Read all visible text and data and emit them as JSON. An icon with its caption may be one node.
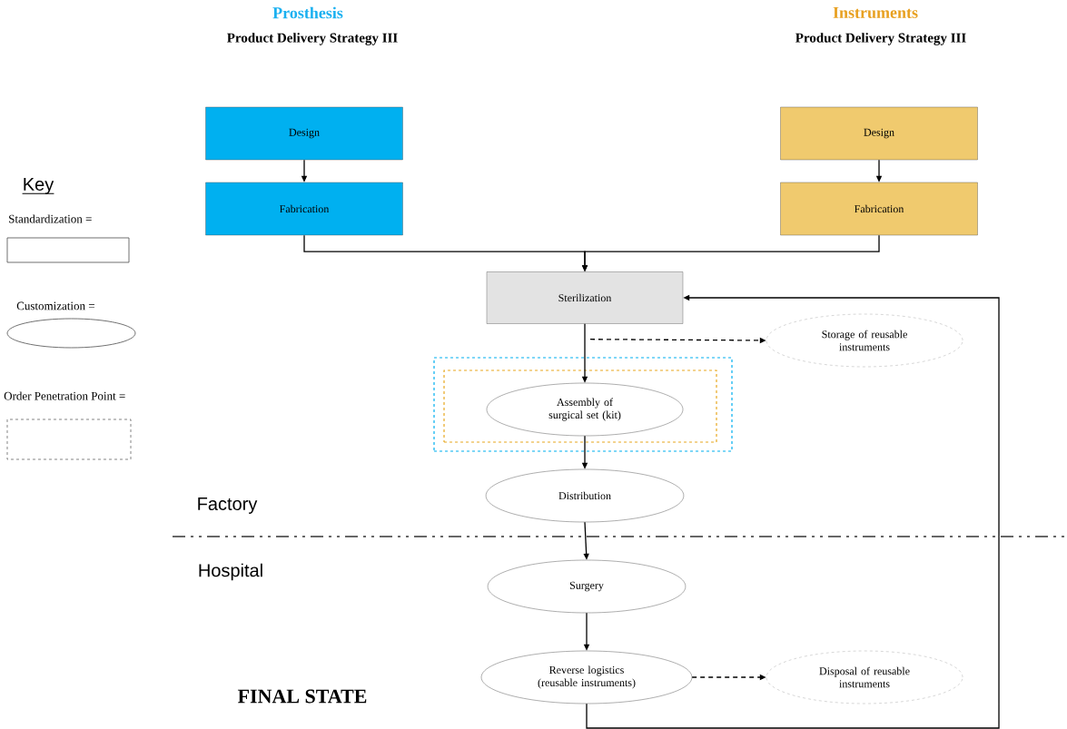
{
  "diagram": {
    "nodes": [
      {
        "text": [
          "Design"
        ]
      },
      {
        "text": [
          "Fabrication"
        ]
      },
      {
        "text": [
          "Design"
        ]
      },
      {
        "text": [
          "Fabrication"
        ]
      },
      {
        "text": [
          "Sterilization"
        ]
      },
      {
        "text": [
          "Storage of reusable instruments"
        ]
      },
      {
        "text": [],
        "shape": "box"
      },
      {
        "text": [],
        "shape": "box",
        "in": 6
      },
      {
        "text": [
          "Assembly of surgical set (kit)"
        ],
        "in": 7
      },
      {
        "text": [
          "Distribution"
        ]
      },
      {
        "text": [
          "Surgery"
        ]
      },
      {
        "text": [
          "Reverse logistics (reusable instruments)"
        ]
      },
      {
        "text": [
          "Disposal of reusable instruments"
        ]
      }
    ],
    "edges": [
      {
        "from": 0,
        "to": 1,
        "arrow": "to"
      },
      {
        "from": 2,
        "to": 3,
        "arrow": "to"
      },
      {
        "from": 1,
        "to": 4,
        "arrow": "to"
      },
      {
        "from": 3,
        "to": 4,
        "arrow": "to"
      },
      {
        "from": 4,
        "to": 5,
        "arrow": "to",
        "style": "dashed"
      },
      {
        "from": 4,
        "to": 8,
        "arrow": "to"
      },
      {
        "from": 8,
        "to": 9,
        "arrow": "to"
      },
      {
        "from": 9,
        "to": 10,
        "arrow": "to"
      },
      {
        "from": 10,
        "to": 11,
        "arrow": "to"
      },
      {
        "from": 11,
        "to": 12,
        "arrow": "to",
        "style": "dashed"
      },
      {
        "from": 11,
        "to": 4,
        "arrow": "to"
      }
    ],
    "labels": [
      "Prosthesis",
      "Product Delivery Strategy III",
      "Instruments",
      "Product Delivery Strategy III",
      "Key",
      "Factory",
      "Hospital",
      "FINAL STATE"
    ],
    "legend": [
      {
        "text": "Standardization ="
      },
      {
        "text": "Customization ="
      },
      {
        "text": "Order Penetration Point ="
      }
    ]
  }
}
